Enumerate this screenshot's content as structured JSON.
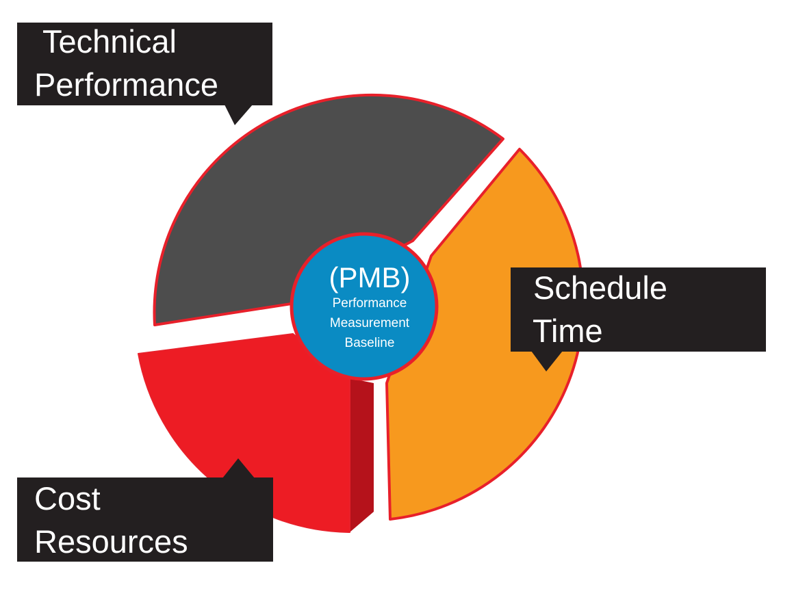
{
  "center": {
    "acronym": "(PMB)",
    "line1": "Performance",
    "line2": "Measurement",
    "line3": "Baseline"
  },
  "segments": [
    {
      "id": "technical",
      "color": "#4d4d4d"
    },
    {
      "id": "schedule",
      "color": "#f7991e"
    },
    {
      "id": "cost",
      "color": "#ed1c24"
    }
  ],
  "callouts": {
    "technical": {
      "line1": "Technical",
      "line2": "Performance"
    },
    "schedule": {
      "line1": "Schedule",
      "line2": "Time"
    },
    "cost": {
      "line1": "Cost",
      "line2": "Resources"
    }
  },
  "colors": {
    "outline": "#e8202a",
    "center_fill": "#0a8bc3",
    "callout_bg": "#231f20",
    "cost_side": "#b5121b"
  }
}
